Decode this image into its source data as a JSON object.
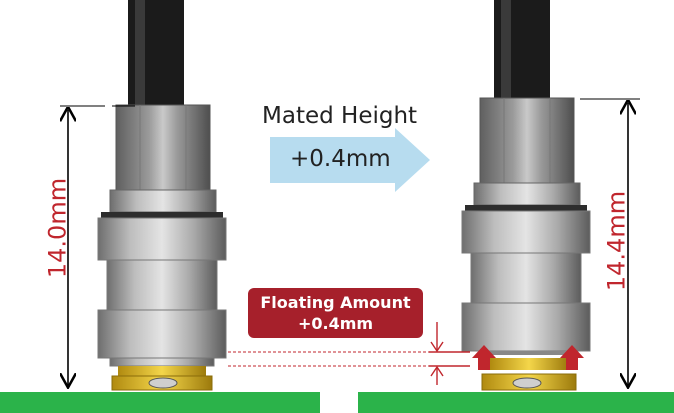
{
  "header": {
    "title": "Mated Height",
    "arrow_value": "+0.4mm"
  },
  "dimensions": {
    "left_height": "14.0mm",
    "right_height": "14.4mm"
  },
  "callout": {
    "line1": "Floating Amount",
    "line2": "+0.4mm"
  },
  "colors": {
    "dimension_text": "#c0262d",
    "callout_bg": "#a6202b",
    "pcb_green": "#2bb34a",
    "arrow_fill": "#b7dcef",
    "push_arrow": "#c0262d"
  }
}
